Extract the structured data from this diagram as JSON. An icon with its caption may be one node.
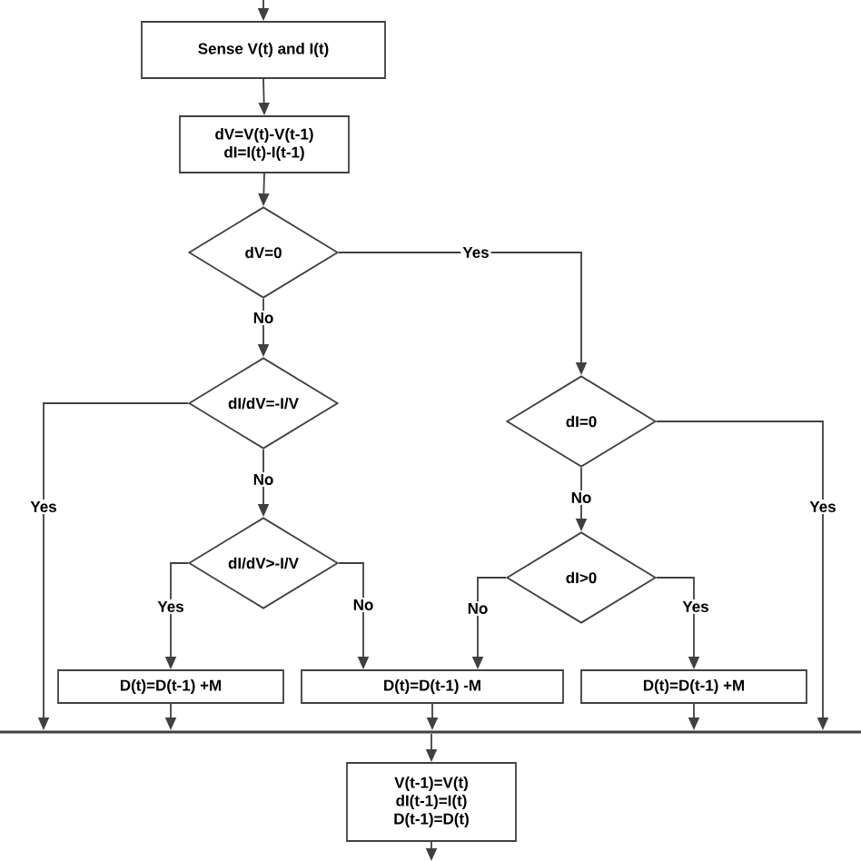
{
  "diagram": {
    "nodes": [
      {
        "text": [
          "Sense V(t) and I(t)"
        ]
      },
      {
        "text": [
          "dV=V(t)-V(t-1)",
          "dI=I(t)-I(t-1)"
        ]
      },
      {
        "text": [
          "dV=0"
        ]
      },
      {
        "text": [
          "dI/dV=-I/V"
        ]
      },
      {
        "text": [
          "dI=0"
        ]
      },
      {
        "text": [
          "dI/dV>-I/V"
        ]
      },
      {
        "text": [
          "dI>0"
        ]
      },
      {
        "text": [
          "D(t)=D(t-1) +M"
        ]
      },
      {
        "text": [
          "D(t)=D(t-1) -M"
        ]
      },
      {
        "text": [
          "D(t)=D(t-1) +M"
        ]
      },
      {
        "text": [],
        "shape": "bar"
      },
      {
        "text": [
          "V(t-1)=V(t)",
          "dI(t-1)=I(t)",
          "D(t-1)=D(t)"
        ]
      }
    ],
    "edges": [
      {
        "from": null,
        "to": 0,
        "arrow": "to"
      },
      {
        "from": 0,
        "to": 1,
        "arrow": "to"
      },
      {
        "from": 1,
        "to": 2,
        "arrow": "to"
      },
      {
        "from": 2,
        "to": 4,
        "arrow": "to",
        "label": "Yes"
      },
      {
        "from": 2,
        "to": 3,
        "arrow": "to",
        "label": "No"
      },
      {
        "from": 3,
        "to": 10,
        "arrow": "to",
        "label": "Yes"
      },
      {
        "from": 3,
        "to": 5,
        "arrow": "to",
        "label": "No"
      },
      {
        "from": 5,
        "to": 7,
        "arrow": "to",
        "label": "Yes"
      },
      {
        "from": 5,
        "to": 8,
        "arrow": "to",
        "label": "No"
      },
      {
        "from": 4,
        "to": 6,
        "arrow": "to",
        "label": "No"
      },
      {
        "from": 4,
        "to": 10,
        "arrow": "to",
        "label": "Yes"
      },
      {
        "from": 6,
        "to": 8,
        "arrow": "to",
        "label": "No"
      },
      {
        "from": 6,
        "to": 9,
        "arrow": "to",
        "label": "Yes"
      },
      {
        "from": 7,
        "to": 10,
        "arrow": "to"
      },
      {
        "from": 8,
        "to": 10,
        "arrow": "to"
      },
      {
        "from": 9,
        "to": 10,
        "arrow": "to"
      },
      {
        "from": 10,
        "to": 11,
        "arrow": "to"
      },
      {
        "from": 11,
        "to": null,
        "arrow": "to"
      }
    ]
  }
}
